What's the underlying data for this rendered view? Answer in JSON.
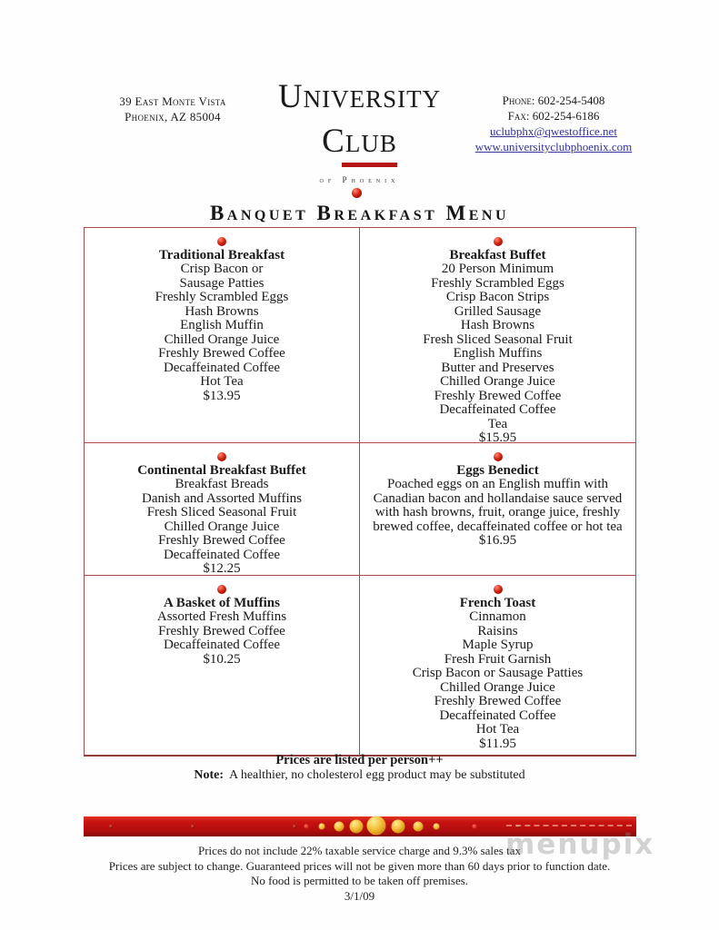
{
  "letterhead": {
    "address": {
      "line1": "39 East Monte Vista",
      "line2": "Phoenix, AZ 85004"
    },
    "logo": {
      "name_initial": "U",
      "name_rest": "NIVERSITY",
      "club_initial": "C",
      "club_rest": "LUB",
      "tagline": "of Phoenix"
    },
    "contact": {
      "phone_label": "Phone:",
      "phone_number": "602-254-5408",
      "fax_label": "Fax:",
      "fax_number": "602-254-6186",
      "email": "uclubphx@qwestoffice.net",
      "website": "www.universityclubphoenix.com"
    }
  },
  "menu": {
    "title": "Banquet Breakfast Menu",
    "sections": [
      {
        "title": "Traditional Breakfast",
        "items": [
          "Crisp Bacon or",
          "Sausage Patties",
          "Freshly Scrambled Eggs",
          "Hash Browns",
          "English Muffin",
          "Chilled Orange Juice",
          "Freshly Brewed Coffee",
          "Decaffeinated Coffee",
          "Hot Tea"
        ],
        "price": "$13.95"
      },
      {
        "title": "Breakfast Buffet",
        "items": [
          "20 Person Minimum",
          "Freshly Scrambled Eggs",
          "Crisp Bacon Strips",
          "Grilled Sausage",
          "Hash Browns",
          "Fresh Sliced Seasonal Fruit",
          "English Muffins",
          "Butter and Preserves",
          "Chilled Orange Juice",
          "Freshly Brewed Coffee",
          "Decaffeinated Coffee",
          "Tea"
        ],
        "price": "$15.95"
      },
      {
        "title": "Continental Breakfast Buffet",
        "items": [
          "Breakfast Breads",
          "Danish and Assorted Muffins",
          "Fresh Sliced Seasonal Fruit",
          "Chilled Orange Juice",
          "Freshly Brewed Coffee",
          "Decaffeinated Coffee"
        ],
        "price": "$12.25"
      },
      {
        "title": "Eggs Benedict",
        "items": [
          "Poached eggs on an English muffin with Canadian bacon and hollandaise sauce served with hash browns, fruit, orange juice, freshly brewed coffee, decaffeinated coffee or hot tea"
        ],
        "price": "$16.95"
      },
      {
        "title": "A Basket of Muffins",
        "items": [
          "Assorted Fresh Muffins",
          "Freshly Brewed Coffee",
          "Decaffeinated Coffee"
        ],
        "price": "$10.25"
      },
      {
        "title": "French Toast",
        "items": [
          "Cinnamon",
          "Raisins",
          "Maple Syrup",
          "Fresh Fruit Garnish",
          "Crisp Bacon or Sausage Patties",
          "Chilled Orange Juice",
          "Freshly Brewed Coffee",
          "Decaffeinated Coffee",
          "Hot Tea"
        ],
        "price": "$11.95"
      }
    ],
    "per_person_note": "Prices are listed per person++",
    "note_label": "Note:",
    "note_text": "A healthier, no cholesterol egg product may be substituted"
  },
  "footer": {
    "line1": "Prices do not include 22% taxable service charge and 9.3% sales tax",
    "line2": "Prices are subject to change.  Guaranteed prices will not be given more than 60 days prior to function date.",
    "line3": "No food is permitted to be taken off premises.",
    "date": "3/1/09",
    "watermark": "menupix"
  },
  "colors": {
    "accent_red": "#c71111",
    "border_red": "#ad4a4a",
    "link_blue": "#333399",
    "gold": "#f2ba32"
  }
}
